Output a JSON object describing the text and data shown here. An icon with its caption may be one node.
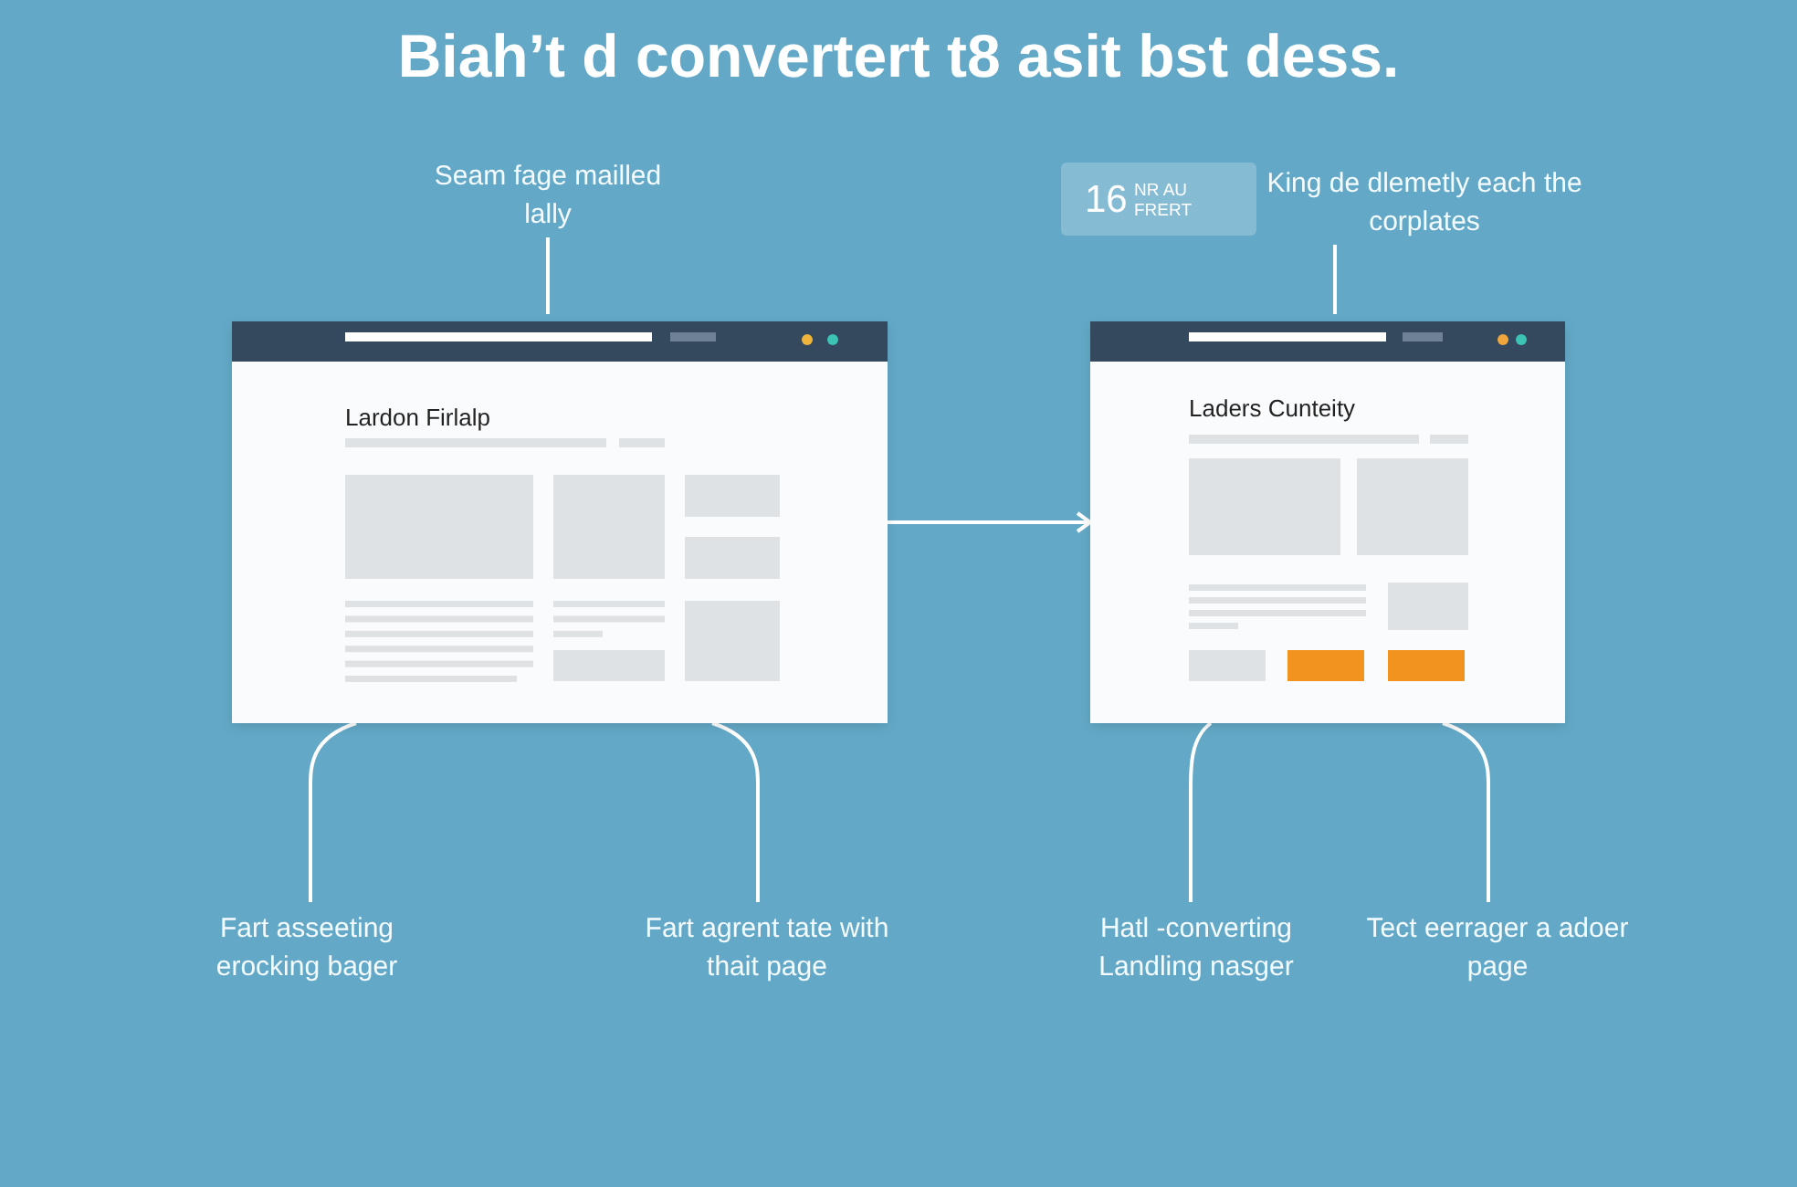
{
  "diagram": {
    "title": "Biah’t d convertert t8 asit bst dess.",
    "nodes": [
      {
        "text": [
          "Seam fage mailled lally"
        ]
      },
      {
        "text": [
          "Lardon Firlalp"
        ]
      },
      {
        "text": [
          "16",
          "NR AU FRERT"
        ]
      },
      {
        "text": [
          "King de dlemetly each the corplates"
        ]
      },
      {
        "text": [
          "Laders Cunteity"
        ]
      },
      {
        "text": [
          "Fart asseeting erocking bager"
        ]
      },
      {
        "text": [
          "Fart agrent tate with thait page"
        ]
      },
      {
        "text": [
          "Hatl -converting Landling nasger"
        ]
      },
      {
        "text": [
          "Tect eerrager a adoer page"
        ]
      }
    ],
    "edges": [
      {
        "from": 0,
        "to": 1,
        "arrow": "none"
      },
      {
        "from": 1,
        "to": 4,
        "arrow": "to"
      },
      {
        "from": 3,
        "to": 4,
        "arrow": "none"
      },
      {
        "from": 1,
        "to": 5,
        "arrow": "none"
      },
      {
        "from": 1,
        "to": 6,
        "arrow": "none"
      },
      {
        "from": 4,
        "to": 7,
        "arrow": "none"
      },
      {
        "from": 4,
        "to": 8,
        "arrow": "none"
      }
    ]
  }
}
